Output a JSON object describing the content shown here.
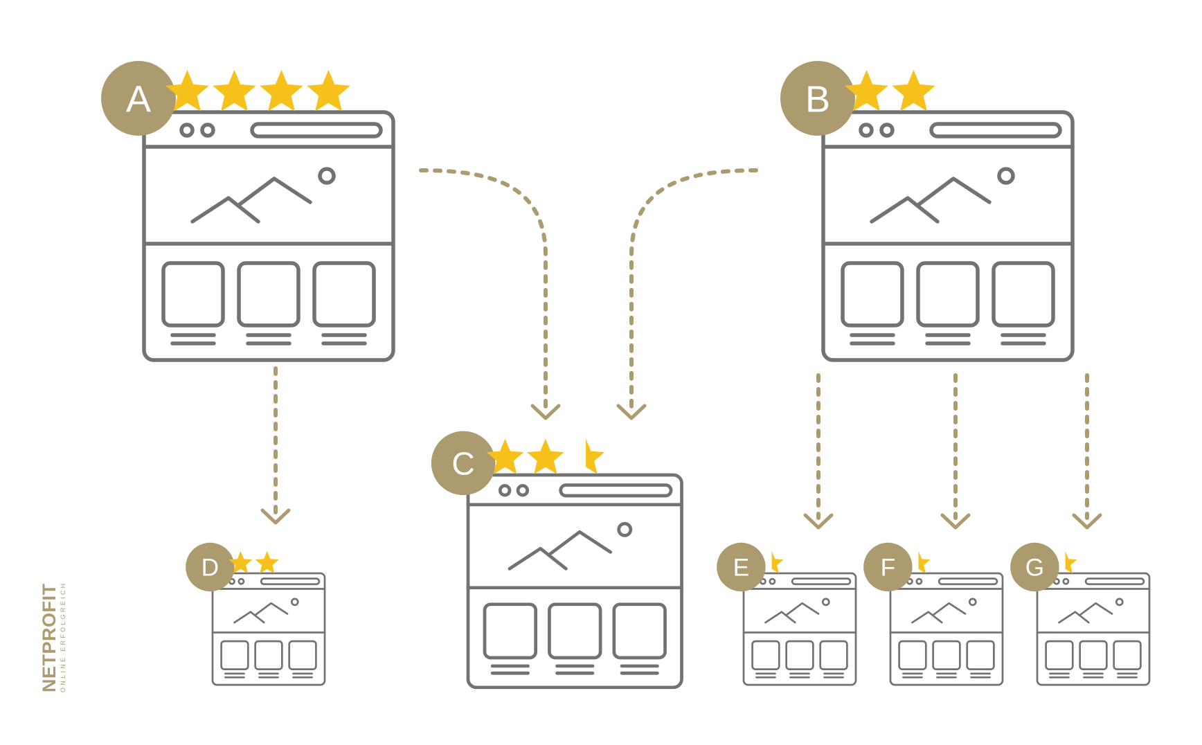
{
  "colors": {
    "line": "#727272",
    "accent": "#ad9b70",
    "star": "#f6c11b",
    "badge_text": "#ffffff",
    "background": "#ffffff"
  },
  "brand": {
    "name": "NETPROFIT",
    "tagline": "ONLINE ERFOLGREICH"
  },
  "pages": [
    {
      "id": "A",
      "label": "A",
      "rating": 4
    },
    {
      "id": "B",
      "label": "B",
      "rating": 2
    },
    {
      "id": "C",
      "label": "C",
      "rating": 2.5
    },
    {
      "id": "D",
      "label": "D",
      "rating": 2
    },
    {
      "id": "E",
      "label": "E",
      "rating": 0.5
    },
    {
      "id": "F",
      "label": "F",
      "rating": 0.5
    },
    {
      "id": "G",
      "label": "G",
      "rating": 0.5
    }
  ],
  "links": [
    {
      "from": "A",
      "to": "C"
    },
    {
      "from": "B",
      "to": "C"
    },
    {
      "from": "A",
      "to": "D"
    },
    {
      "from": "B",
      "to": "E"
    },
    {
      "from": "B",
      "to": "F"
    },
    {
      "from": "B",
      "to": "G"
    }
  ]
}
